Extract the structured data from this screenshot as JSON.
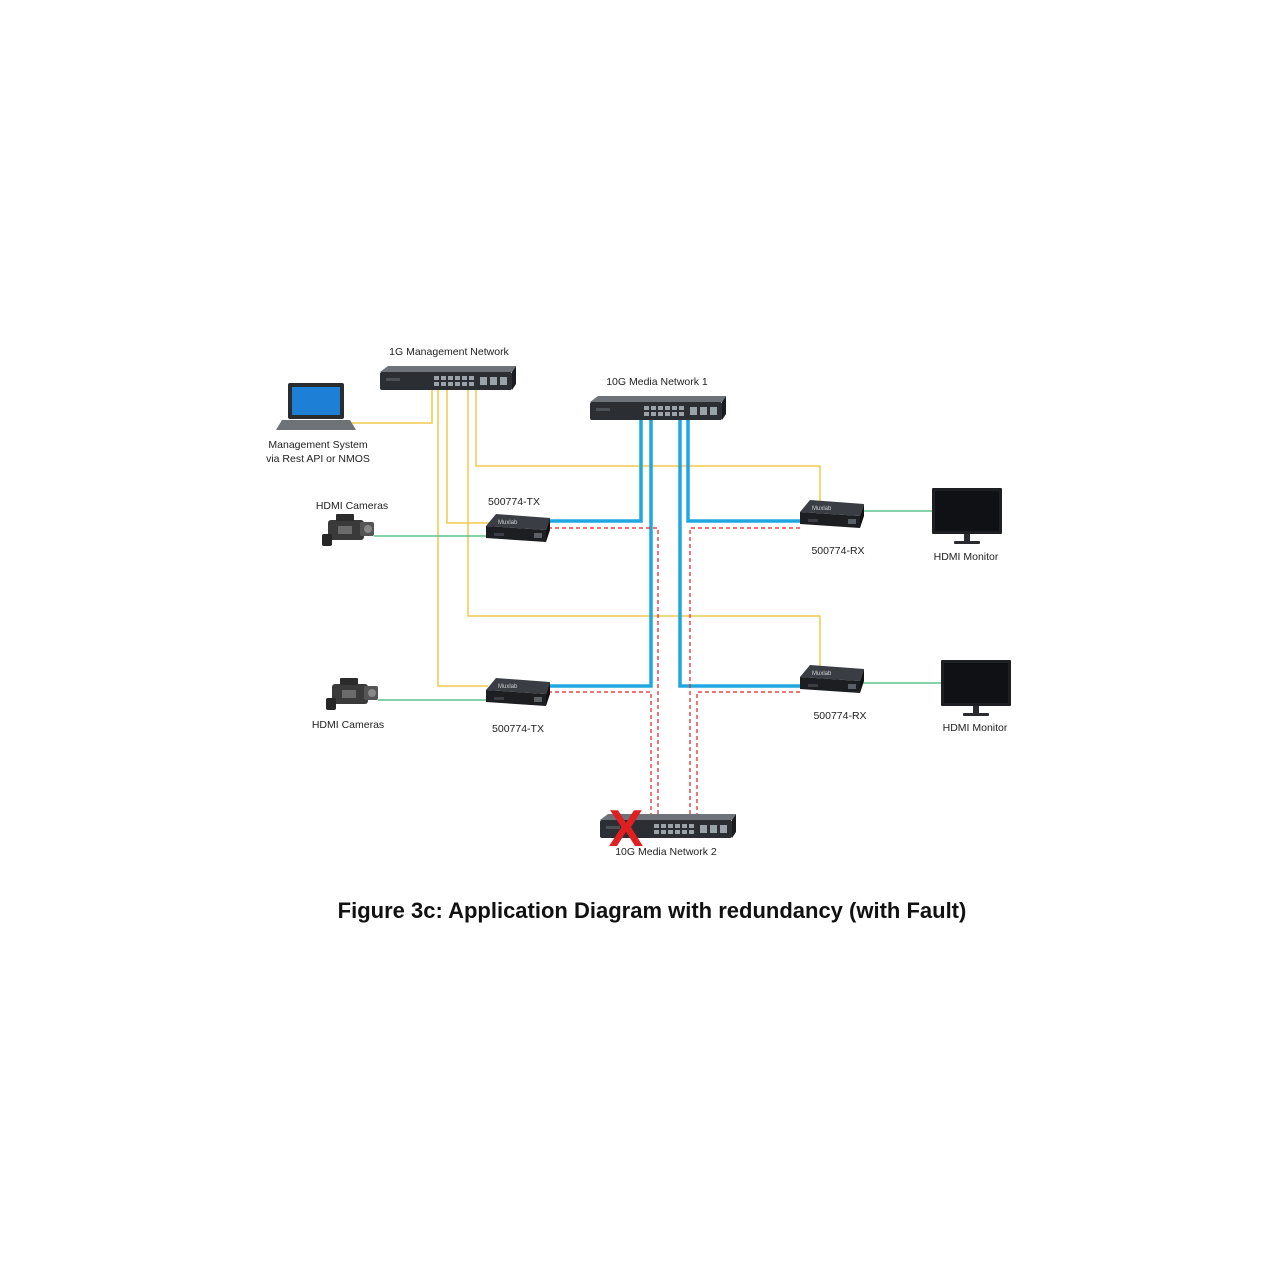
{
  "labels": {
    "mgmt_network": "1G Management Network",
    "media_network_1": "10G Media Network 1",
    "media_network_2": "10G Media Network 2",
    "mgmt_system_line1": "Management System",
    "mgmt_system_line2": "via Rest API or NMOS",
    "camera_top": "HDMI Cameras",
    "camera_bottom": "HDMI Cameras",
    "tx_top": "500774-TX",
    "tx_bottom": "500774-TX",
    "rx_top": "500774-RX",
    "rx_bottom": "500774-RX",
    "monitor_top": "HDMI Monitor",
    "monitor_bottom": "HDMI Monitor",
    "device_brand": "Muxlab"
  },
  "fault_mark": "X",
  "caption": "Figure 3c: Application Diagram with redundancy (with Fault)",
  "colors": {
    "management_link": "#f2c94c",
    "media_link_primary": "#1fa7e0",
    "media_link_redundant": "#e02020",
    "hdmi_link": "#3cb878",
    "fault": "#e02020"
  },
  "link_types": [
    "management",
    "media-primary",
    "media-redundant",
    "hdmi"
  ]
}
